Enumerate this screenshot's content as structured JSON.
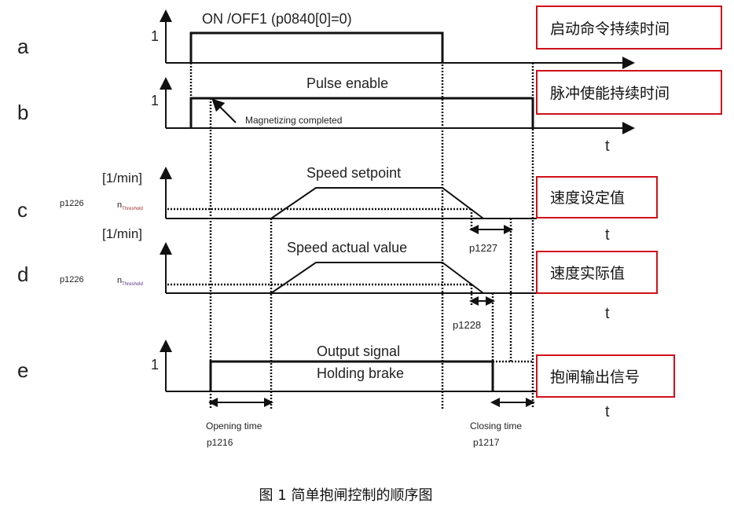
{
  "rows": {
    "a": {
      "letter": "a",
      "level": "1",
      "title": "ON /OFF1 (p0840[0]=0)",
      "note": "启动命令持续时间"
    },
    "b": {
      "letter": "b",
      "level": "1",
      "title": "Pulse enable",
      "annotation": "Magnetizing completed",
      "note": "脉冲使能持续时间"
    },
    "c": {
      "letter": "c",
      "unit": "[1/min]",
      "param": "p1226",
      "threshold_main": "n",
      "threshold_sub": "Threshold",
      "title": "Speed setpoint",
      "delay": "p1227",
      "note": "速度设定值"
    },
    "d": {
      "letter": "d",
      "unit": "[1/min]",
      "param": "p1226",
      "threshold_main": "n",
      "threshold_sub": "Threshold",
      "title": "Speed actual value",
      "delay": "p1228",
      "note": "速度实际值"
    },
    "e": {
      "letter": "e",
      "level": "1",
      "title1": "Output signal",
      "title2": "Holding brake",
      "opening_label": "Opening time",
      "opening_param": "p1216",
      "closing_label": "Closing time",
      "closing_param": "p1217",
      "note": "抱闸输出信号"
    }
  },
  "time_axis_label": "t",
  "caption": "图 1 简单抱闸控制的顺序图",
  "colors": {
    "box_border": "#d0101a",
    "line": "#111111"
  }
}
